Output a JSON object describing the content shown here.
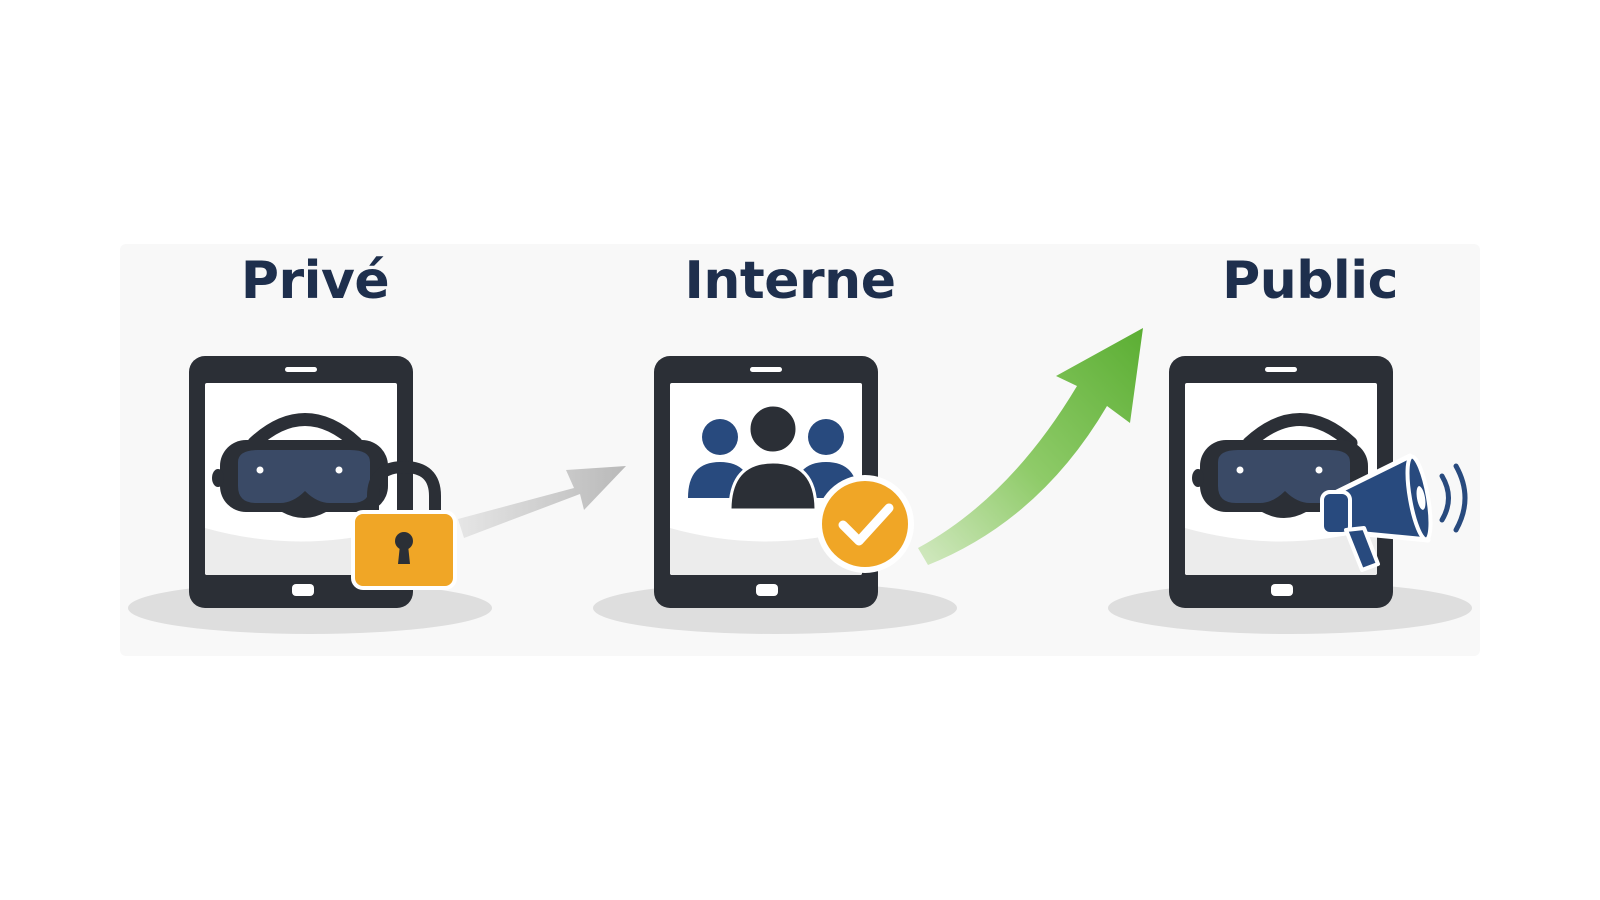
{
  "stages": [
    {
      "title": "Privé",
      "badge_icon": "lock-icon",
      "screen_icon": "vr-headset-icon"
    },
    {
      "title": "Interne",
      "badge_icon": "checkmark-icon",
      "screen_icon": "user-group-icon"
    },
    {
      "title": "Public",
      "badge_icon": "megaphone-icon",
      "screen_icon": "vr-headset-icon"
    }
  ],
  "colors": {
    "title": "#1e2f4d",
    "device": "#2b2f36",
    "lock": "#f0a626",
    "check_badge": "#f0a626",
    "people": "#284a7e",
    "megaphone": "#284a7e",
    "arrow_private_to_internal": "#c4c4c4",
    "arrow_internal_to_public": "#6ab446"
  }
}
